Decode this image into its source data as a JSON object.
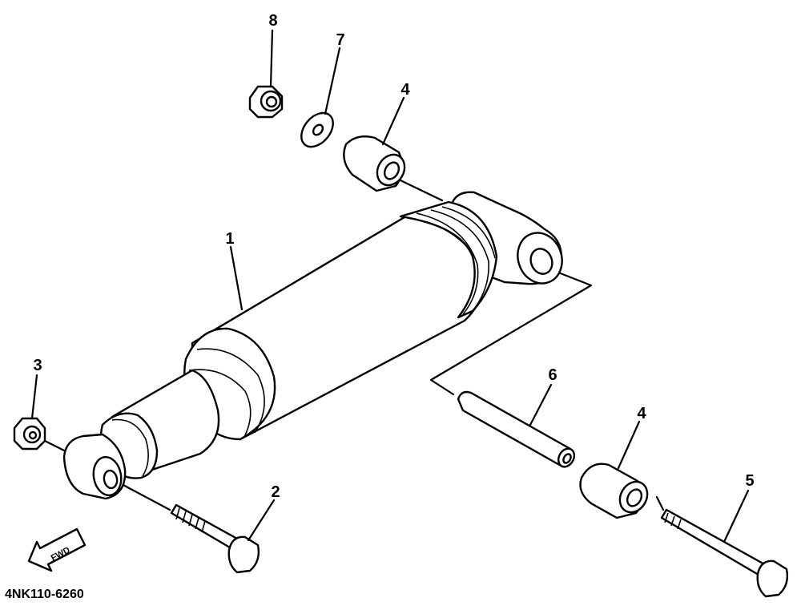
{
  "diagram": {
    "part_code": "4NK110-6260",
    "fwd_label": "FWD",
    "callouts": [
      "1",
      "2",
      "3",
      "4",
      "4",
      "5",
      "6",
      "7",
      "8"
    ]
  }
}
